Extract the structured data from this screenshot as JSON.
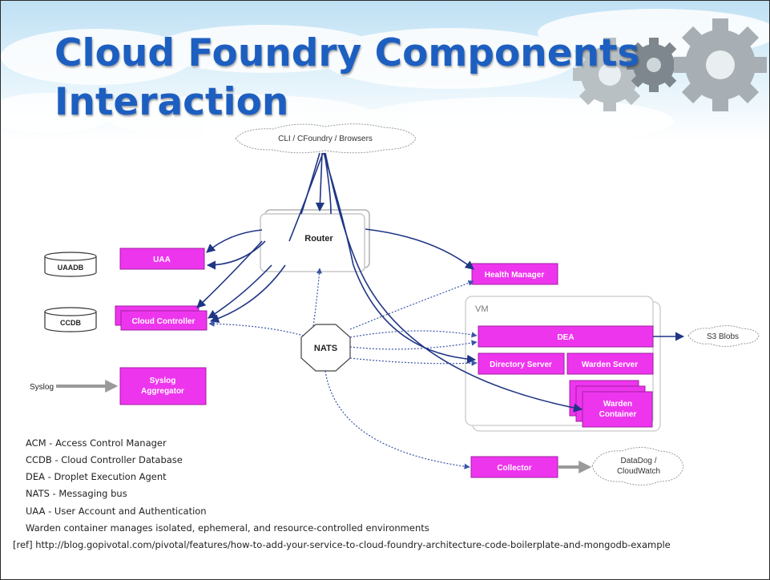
{
  "title": {
    "line1": "Cloud Foundry Components",
    "line2": "Interaction"
  },
  "diagram": {
    "clients": "CLI / CFoundry / Browsers",
    "router": "Router",
    "uaa": "UAA",
    "uaadb": "UAADB",
    "ccdb": "CCDB",
    "cloud_controller": "Cloud Controller",
    "health_manager": "Health Manager",
    "nats": "NATS",
    "vm": "VM",
    "dea": "DEA",
    "directory_server": "Directory Server",
    "warden_server": "Warden Server",
    "warden_container": [
      "Warden",
      "Container"
    ],
    "s3_blobs": "S3 Blobs",
    "syslog": "Syslog",
    "syslog_aggregator": [
      "Syslog",
      "Aggregator"
    ],
    "collector": "Collector",
    "datadog": [
      "DataDog /",
      "CloudWatch"
    ]
  },
  "legend": [
    "ACM - Access Control Manager",
    "CCDB - Cloud Controller Database",
    "DEA - Droplet Execution Agent",
    "NATS - Messaging bus",
    "UAA - User Account and Authentication",
    "Warden container manages isolated, ephemeral, and resource-controlled environments"
  ],
  "reference": "[ref] http://blog.gopivotal.com/pivotal/features/how-to-add-your-service-to-cloud-foundry-architecture-code-boilerplate-and-mongodb-example",
  "colors": {
    "title": "#1d5fc0",
    "component": "#ee35ee",
    "solid_arrow": "#1f3585",
    "dotted_arrow": "#3a55a8",
    "gear": "#9aa2a8"
  }
}
